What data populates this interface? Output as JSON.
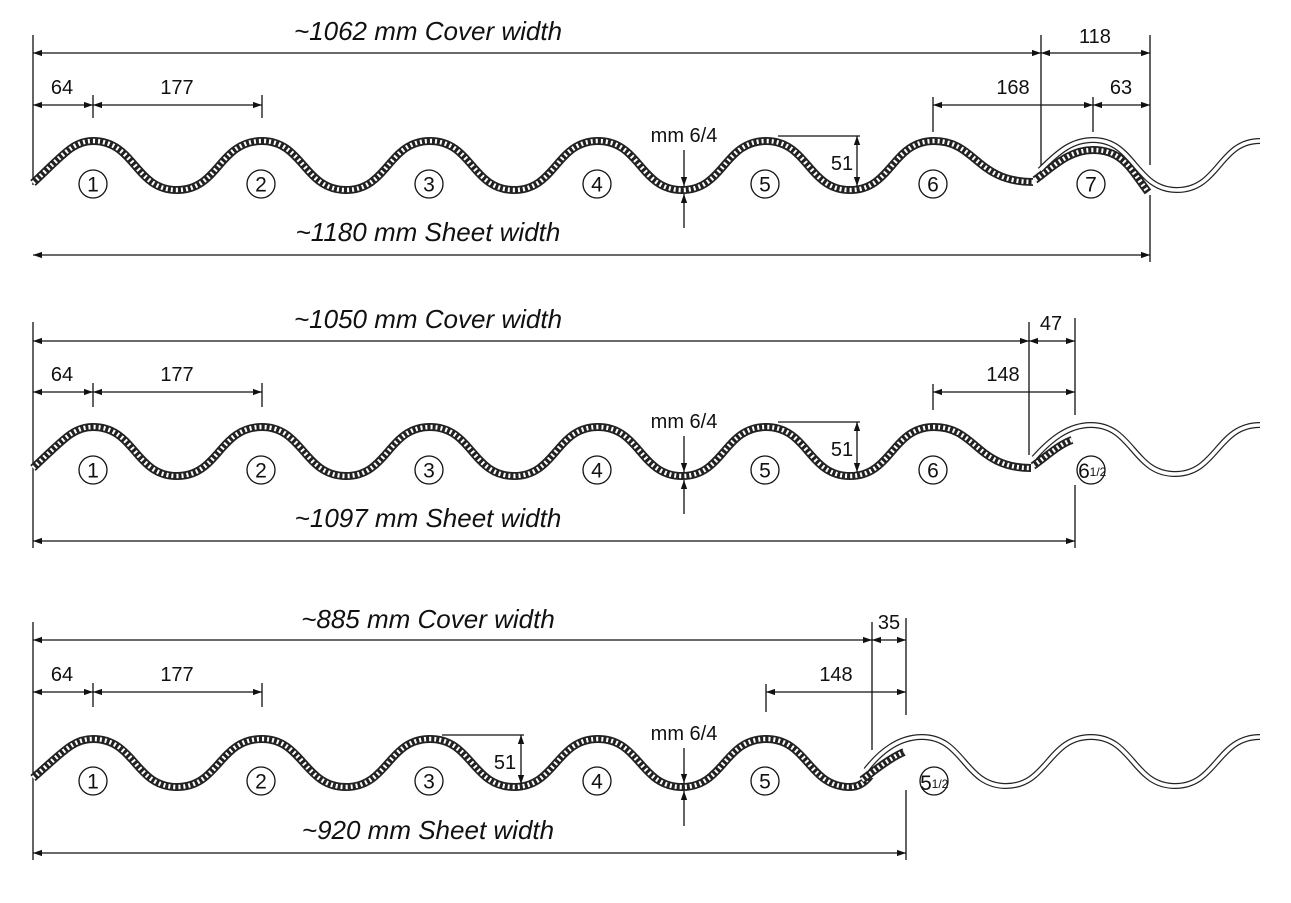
{
  "profiles": [
    {
      "cover_label": "~1062 mm Cover width",
      "sheet_label": "~1180 mm Sheet width",
      "dim_first": "64",
      "dim_pitch": "177",
      "dim_lap": "168",
      "dim_overlap": "118",
      "dim_end": "63",
      "thickness_label": "mm 6/4",
      "height_label": "51",
      "corrugations": [
        "1",
        "2",
        "3",
        "4",
        "5",
        "6",
        "7"
      ]
    },
    {
      "cover_label": "~1050 mm Cover width",
      "sheet_label": "~1097 mm Sheet width",
      "dim_first": "64",
      "dim_pitch": "177",
      "dim_lap": "148",
      "dim_overlap": "47",
      "thickness_label": "mm 6/4",
      "height_label": "51",
      "corrugations": [
        "1",
        "2",
        "3",
        "4",
        "5",
        "6"
      ],
      "half_main": "6",
      "half_frac": "1/2"
    },
    {
      "cover_label": "~885 mm Cover width",
      "sheet_label": "~920 mm Sheet width",
      "dim_first": "64",
      "dim_pitch": "177",
      "dim_lap": "148",
      "dim_overlap": "35",
      "thickness_label": "mm 6/4",
      "height_label": "51",
      "corrugations": [
        "1",
        "2",
        "3",
        "4",
        "5"
      ],
      "half_main": "5",
      "half_frac": "1/2"
    }
  ]
}
